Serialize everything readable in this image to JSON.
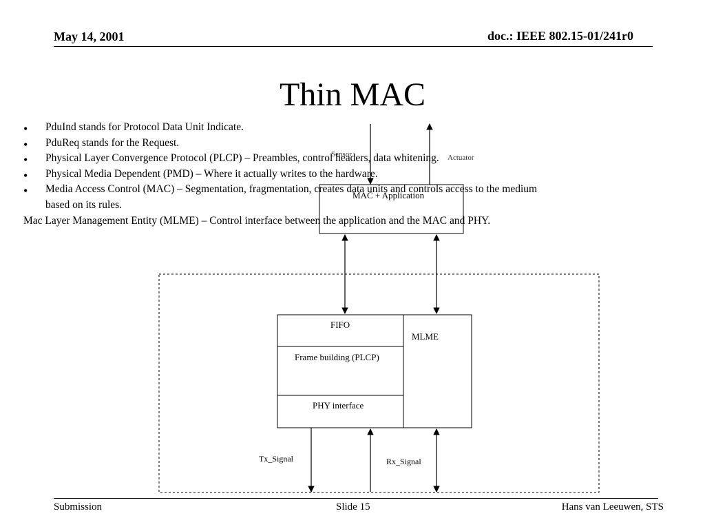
{
  "header": {
    "date": "May 14, 2001",
    "doc_id": "doc.: IEEE 802.15-01/241r0"
  },
  "slide": {
    "title": "Thin MAC",
    "bullets": [
      "PduInd stands for Protocol Data Unit Indicate.",
      "PduReq stands for the Request.",
      "Physical Layer Convergence Protocol (PLCP) – Preambles, control headers, data whitening.",
      "Physical Media Dependent (PMD) – Where it actually writes to the hardware.",
      "Media Access Control (MAC) – Segmentation, fragmentation, creates data units and controls access to the medium based on its rules."
    ],
    "paragraph": "Mac Layer Management Entity (MLME) – Control interface between the application and the MAC and PHY."
  },
  "diagram": {
    "sensor_label": "Sensor",
    "actuator_label": "Actuator",
    "mac_app_label": "MAC + Application",
    "fifo_label": "FIFO",
    "frame_label": "Frame building (PLCP)",
    "phy_label": "PHY interface",
    "mlme_label": "MLME",
    "tx_label": "Tx_Signal",
    "rx_label": "Rx_Signal"
  },
  "footer": {
    "left": "Submission",
    "center": "Slide 15",
    "right": "Hans van Leeuwen, STS"
  }
}
